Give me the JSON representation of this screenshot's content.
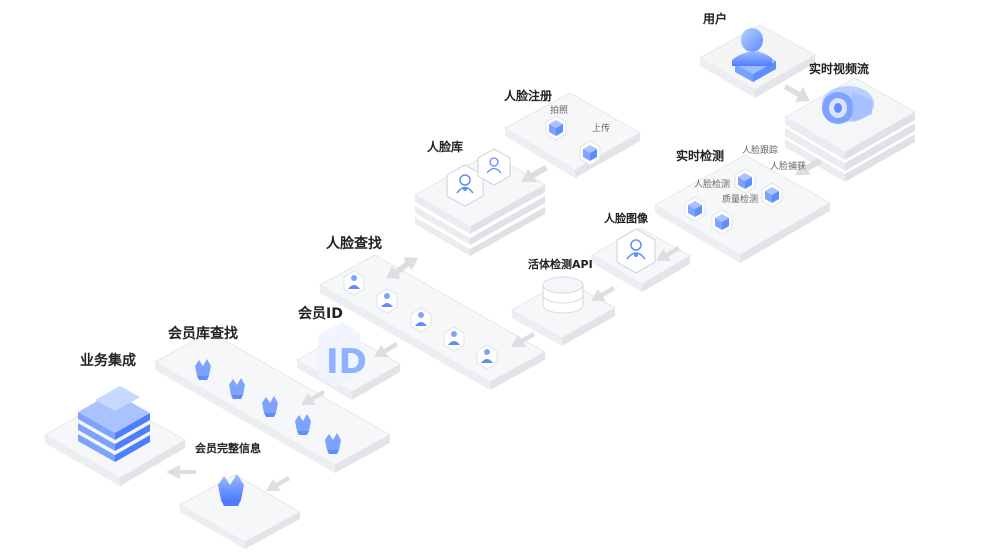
{
  "labels": {
    "user": "用户",
    "video_stream": "实时视频流",
    "face_register": "人脸注册",
    "photo": "拍照",
    "upload": "上传",
    "face_library": "人脸库",
    "realtime_detect": "实时检测",
    "face_track": "人脸跟踪",
    "face_capture": "人脸捕获",
    "face_detect": "人脸检测",
    "quality_detect": "质量检测",
    "face_image": "人脸图像",
    "face_search": "人脸查找",
    "liveness_api": "活体检测API",
    "member_id": "会员ID",
    "id_glyph": "ID",
    "member_search": "会员库查找",
    "business": "业务集成",
    "member_info": "会员完整信息"
  },
  "colors": {
    "tile_top": "#f7f8fa",
    "tile_side": "#e9ebef",
    "tile_edge": "#e2e4e8",
    "icon_blue": "#6f9bff",
    "icon_light": "#a9c3ff",
    "arrow": "#d8dade"
  }
}
